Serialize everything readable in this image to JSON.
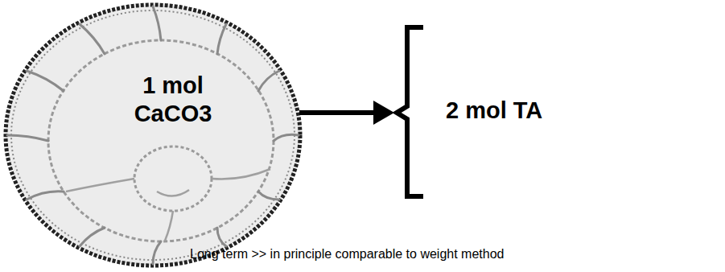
{
  "diagram": {
    "nodes": [
      {
        "text": [
          "1 mol CaCO3"
        ]
      },
      {
        "text": [
          "2 mol TA"
        ]
      }
    ],
    "edges": [
      {
        "from": 0,
        "to": 1,
        "arrow": "to"
      }
    ],
    "labels": [
      "Long term >> in principle comparable to weight method"
    ]
  }
}
